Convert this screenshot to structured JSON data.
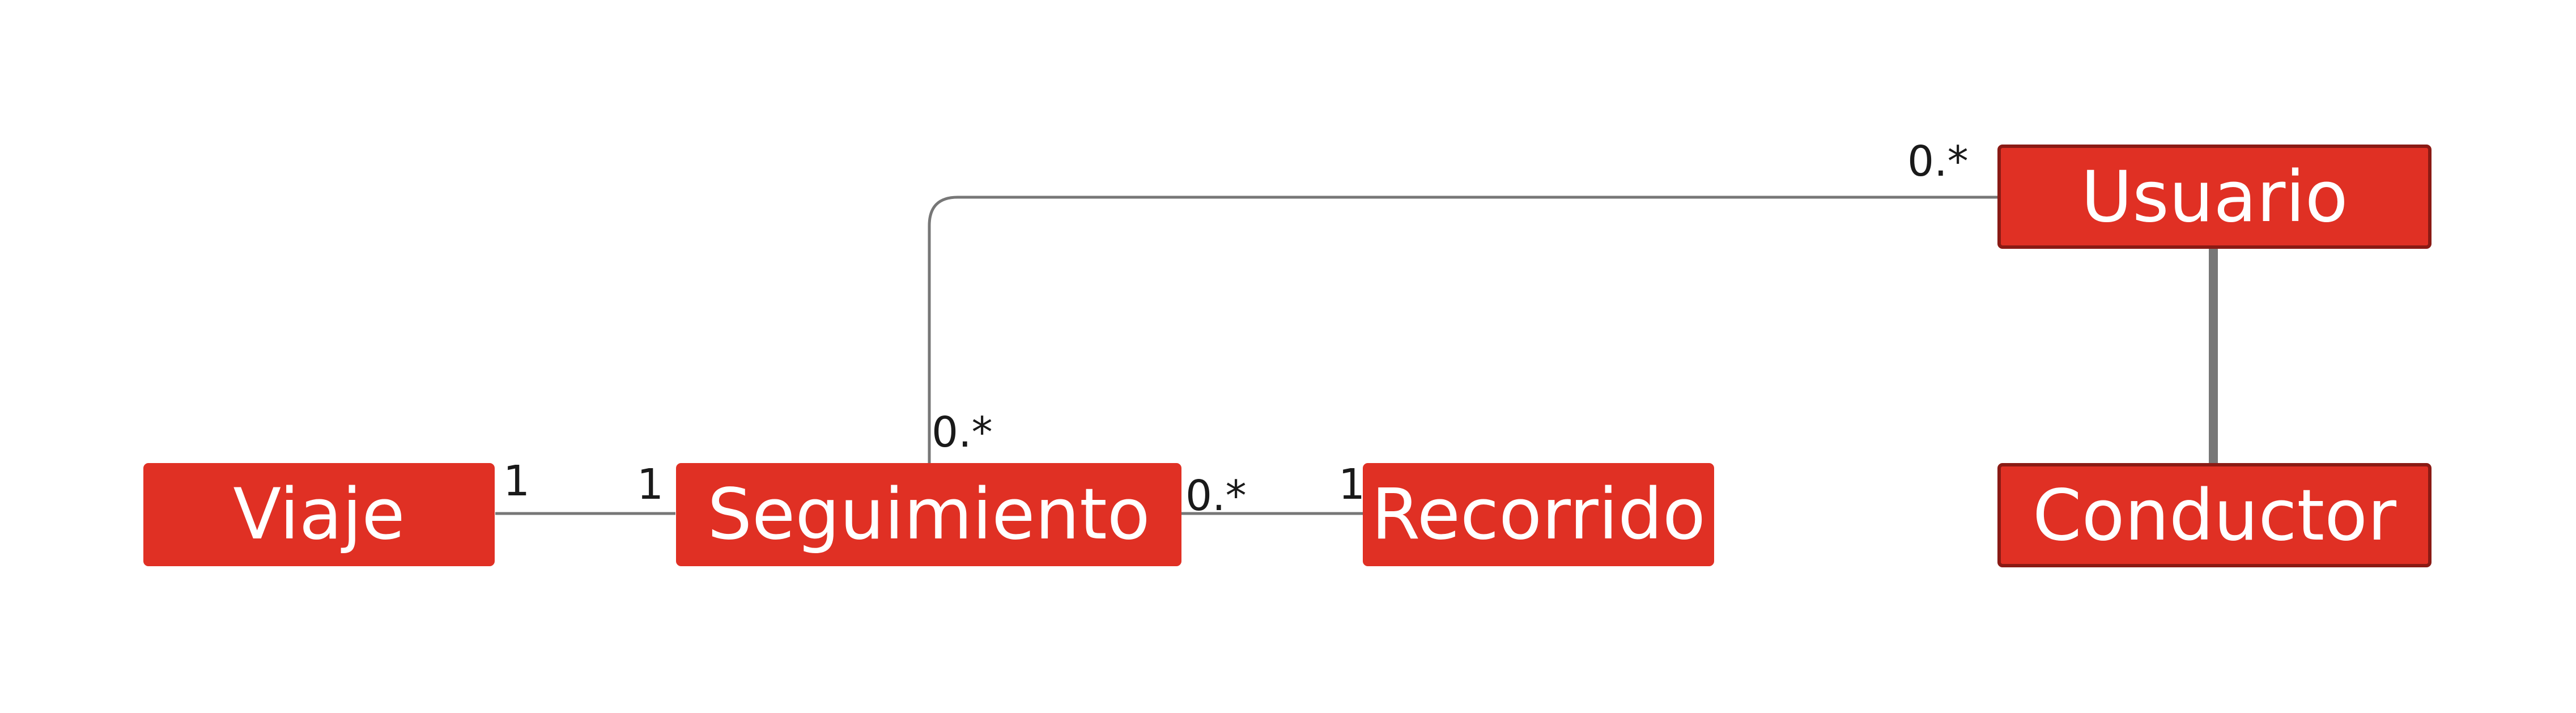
{
  "colors": {
    "node_fill": "#e03024",
    "node_border_light": "#e03024",
    "node_border_dark": "#8a1a14",
    "edge": "#777777",
    "label_text": "#ffffff",
    "multiplicity_text": "#1a1a1a"
  },
  "nodes": {
    "viaje": {
      "label": "Viaje"
    },
    "seguimiento": {
      "label": "Seguimiento"
    },
    "recorrido": {
      "label": "Recorrido"
    },
    "usuario": {
      "label": "Usuario"
    },
    "conductor": {
      "label": "Conductor"
    }
  },
  "edges": {
    "viaje_seguimiento": {
      "from_mult": "1",
      "to_mult": "1"
    },
    "seguimiento_recorrido": {
      "from_mult": "0.*",
      "to_mult": "1"
    },
    "seguimiento_usuario": {
      "from_mult": "0.*",
      "to_mult": "0.*"
    },
    "usuario_conductor": {}
  }
}
